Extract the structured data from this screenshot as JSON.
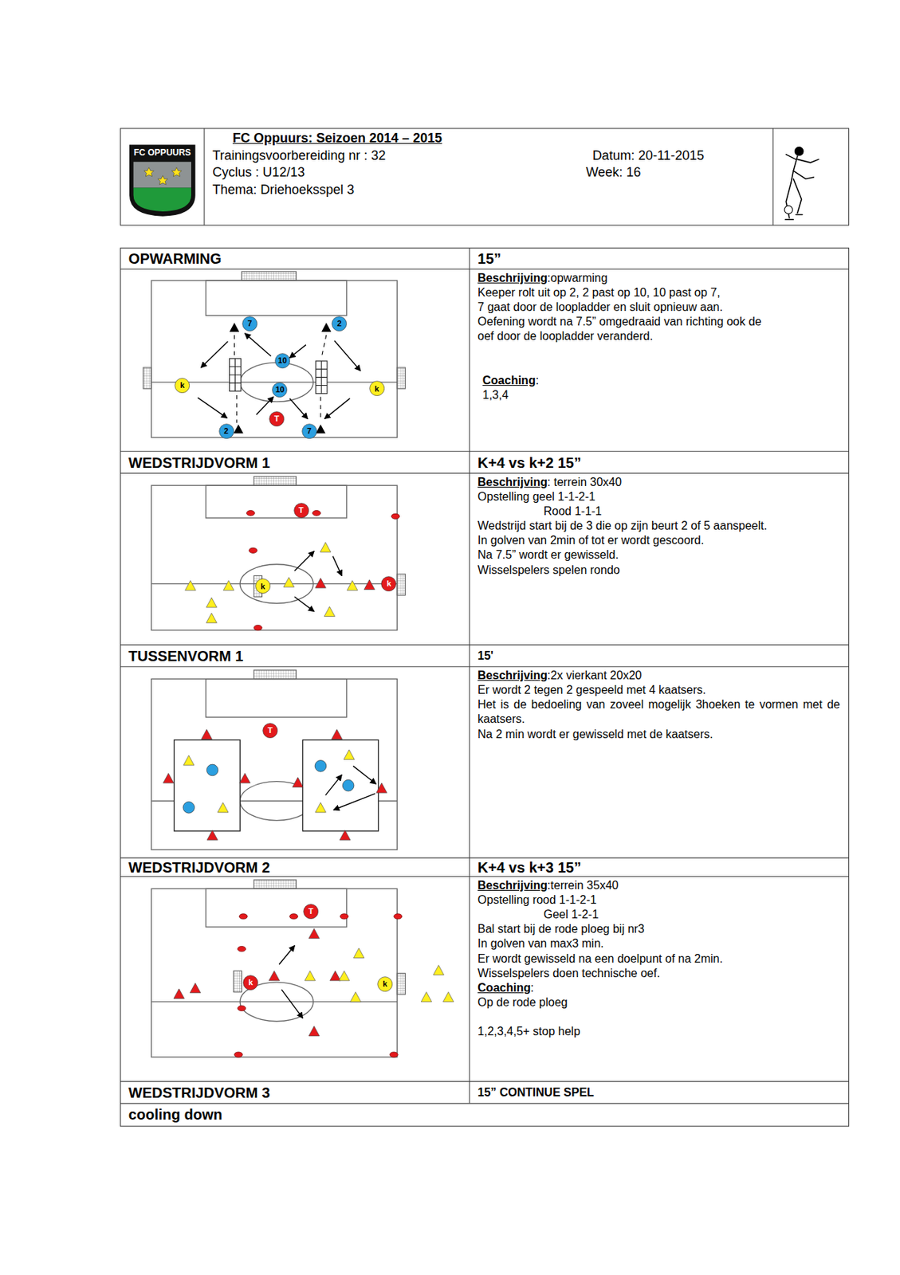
{
  "diagram": {
    "title": "FC Oppuurs: Seizoen 2014 – 2015",
    "nodes": [
      {
        "text": [
          "Trainingsvoorbereiding nr : 32",
          "Cyclus : U12/13",
          "Thema: Driehoeksspel 3",
          "Datum: 20-11-2015",
          "Week: 16"
        ]
      },
      {
        "text": [
          "FC OPPUURS"
        ]
      },
      {
        "text": [
          "OPWARMING"
        ]
      },
      {
        "text": [
          "15”"
        ]
      },
      {
        "text": [
          "Beschrijving",
          ":opwarming",
          "Keeper rolt uit op 2, 2 past op 10, 10 past op 7,",
          "7 gaat door de loopladder en sluit opnieuw aan.",
          "Oefening wordt na 7.5” omgedraaid van richting ook de",
          "oef door de loopladder veranderd.",
          "Coaching",
          ":",
          "1,3,4"
        ]
      },
      {
        "text": [
          "7"
        ]
      },
      {
        "text": [
          "2"
        ]
      },
      {
        "text": [
          "10"
        ]
      },
      {
        "text": [
          "k"
        ]
      },
      {
        "text": [
          "10"
        ]
      },
      {
        "text": [
          "k"
        ]
      },
      {
        "text": [
          "T"
        ]
      },
      {
        "text": [
          "2"
        ]
      },
      {
        "text": [
          "7"
        ]
      },
      {
        "text": [
          "WEDSTRIJDVORM 1"
        ]
      },
      {
        "text": [
          "K+4 vs k+2 15”"
        ]
      },
      {
        "text": [
          "Beschrijving",
          ": terrein 30x40",
          "Opstelling geel 1-1-2-1",
          "Rood 1-1-1",
          "Wedstrijd start bij de 3 die op zijn beurt 2 of 5 aanspeelt.",
          "In golven van 2min of tot er wordt gescoord.",
          "Na 7.5” wordt er gewisseld.",
          "Wisselspelers spelen rondo"
        ]
      },
      {
        "text": [
          "T"
        ]
      },
      {
        "text": [
          "k"
        ]
      },
      {
        "text": [
          "k"
        ]
      },
      {
        "text": [
          "TUSSENVORM 1"
        ]
      },
      {
        "text": [
          "15'"
        ]
      },
      {
        "text": [
          "Beschrijving",
          ":2x vierkant 20x20",
          "Er wordt 2 tegen 2 gespeeld met 4 kaatsers.",
          "Het is de bedoeling van zoveel mogelijk 3hoeken te vormen met de kaatsers.",
          "Na 2 min wordt er gewisseld met de kaatsers."
        ]
      },
      {
        "text": [
          "T"
        ]
      },
      {
        "text": [
          "WEDSTRIJDVORM 2"
        ]
      },
      {
        "text": [
          "K+4 vs k+3 15”"
        ]
      },
      {
        "text": [
          "Beschrijving",
          ":terrein 35x40",
          "Opstelling rood 1-1-2-1",
          "Geel 1-2-1",
          "Bal start bij de rode ploeg bij nr3",
          "In golven van max3 min.",
          "Er wordt gewisseld na een doelpunt of na 2min.",
          "Wisselspelers doen technische oef.",
          "Coaching",
          ":",
          "Op de rode ploeg",
          "1,2,3,4,5+ stop help"
        ]
      },
      {
        "text": [
          "T"
        ]
      },
      {
        "text": [
          "k"
        ]
      },
      {
        "text": [
          "k"
        ]
      },
      {
        "text": [
          "WEDSTRIJDVORM 3"
        ]
      },
      {
        "text": [
          "15” CONTINUE SPEL"
        ]
      },
      {
        "text": [
          "cooling down"
        ]
      }
    ]
  }
}
